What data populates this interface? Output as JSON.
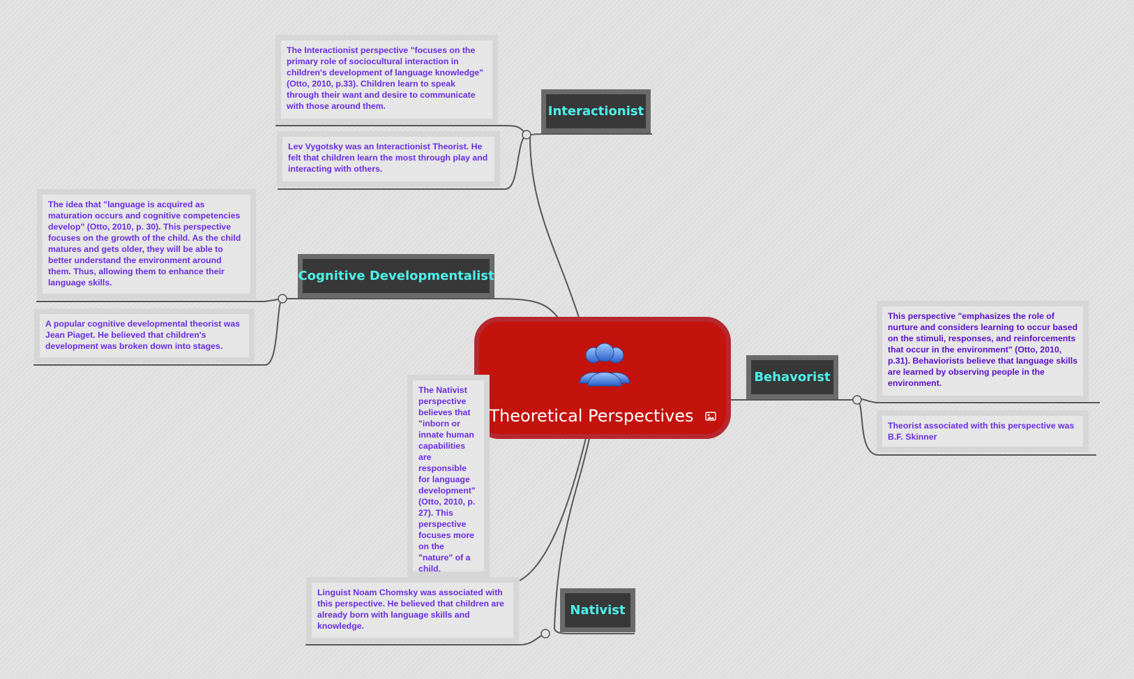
{
  "map": {
    "center": {
      "title": "Theoretical Perspectives",
      "icon": "people-group-icon",
      "attachment_icon": "image-icon"
    },
    "topics": {
      "interactionist": {
        "label": "Interactionist",
        "notes": [
          "The Interactionist perspective \"focuses on the primary role of sociocultural interaction in children's development of language knowledge\" (Otto, 2010, p.33). Children learn to speak through their want and desire to communicate with those around them.",
          "Lev Vygotsky was an Interactionist Theorist. He felt that children learn the most through play and interacting with others."
        ]
      },
      "cognitive": {
        "label": "Cognitive Developmentalist",
        "notes": [
          "The idea that \"language is acquired as maturation occurs and cognitive competencies develop\" (Otto, 2010, p. 30). This perspective focuses on the growth of the child. As the child matures and gets older, they will be able to better understand the environment around them. Thus, allowing them to enhance their language skills.",
          "A popular cognitive developmental theorist was Jean Piaget. He believed that children's development was broken down into stages."
        ]
      },
      "behaviorist": {
        "label": "Behavorist",
        "notes": [
          "This perspective \"emphasizes the role of nurture and considers learning to occur based on the stimuli, responses, and reinforcements that occur in the environment\" (Otto, 2010, p.31). Behaviorists believe that language skills are learned by observing people in the environment.",
          "Theorist associated with this perspective was B.F. Skinner"
        ]
      },
      "nativist": {
        "label": "Nativist",
        "notes": [
          "The Nativist perspective believes that \"inborn or innate human capabilities are responsible for language development\" (Otto, 2010, p. 27). This perspective focuses more on the \"nature\" of a child.",
          "Linguist Noam Chomsky was associated with this perspective. He believed that children are already born with language skills and knowledge."
        ]
      }
    },
    "colors": {
      "center_fill": "#c4120c",
      "topic_text": "#4ef2ec",
      "topic_fill": "#383838",
      "note_text": "#6a2ee0",
      "connector": "#555555"
    }
  }
}
